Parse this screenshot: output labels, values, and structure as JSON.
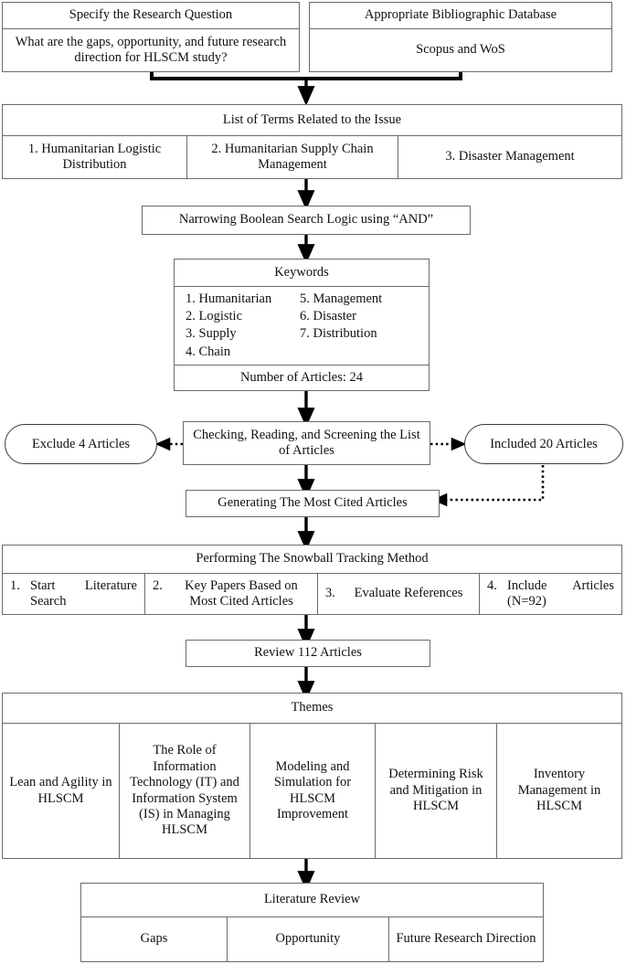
{
  "diagram": {
    "title": "Literature review methodology flowchart",
    "nodes": {
      "research_question": {
        "header": "Specify the Research Question",
        "body": "What are the gaps, opportunity, and future research direction for HLSCM study?"
      },
      "database": {
        "header": "Appropriate Bibliographic Database",
        "body": "Scopus and WoS"
      },
      "terms": {
        "header": "List of Terms Related to the Issue",
        "items": [
          "1. Humanitarian Logistic Distribution",
          "2. Humanitarian Supply Chain Management",
          "3. Disaster Management"
        ]
      },
      "boolean": {
        "label": "Narrowing Boolean Search Logic using “AND”"
      },
      "keywords": {
        "header": "Keywords",
        "left_column": [
          "1. Humanitarian",
          "2. Logistic",
          "3. Supply",
          "4. Chain"
        ],
        "right_column": [
          "5. Management",
          "6. Disaster",
          "7. Distribution"
        ],
        "footer": "Number of Articles: 24"
      },
      "screening": {
        "label": "Checking, Reading, and Screening the List of Articles"
      },
      "exclude": {
        "label": "Exclude 4 Articles"
      },
      "included": {
        "label": "Included 20 Articles"
      },
      "most_cited": {
        "label": "Generating The Most Cited Articles"
      },
      "snowball": {
        "header": "Performing The Snowball Tracking Method",
        "items": [
          {
            "num": "1.",
            "text": "Start Literature Search"
          },
          {
            "num": "2.",
            "text": "Key Papers Based on Most Cited Articles"
          },
          {
            "num": "3.",
            "text": "Evaluate References"
          },
          {
            "num": "4.",
            "text": "Include Articles (N=92)"
          }
        ]
      },
      "review": {
        "label": "Review 112 Articles"
      },
      "themes": {
        "header": "Themes",
        "items": [
          "Lean and Agility in HLSCM",
          "The Role of Information Technology (IT) and Information System (IS) in Managing HLSCM",
          "Modeling and Simulation for HLSCM Improvement",
          "Determining Risk and Mitigation in HLSCM",
          "Inventory Management in HLSCM"
        ]
      },
      "literature_review": {
        "header": "Literature Review",
        "items": [
          "Gaps",
          "Opportunity",
          "Future Research Direction"
        ]
      }
    },
    "colors": {
      "border": "#6b6b6b",
      "arrow": "#000000",
      "background": "#ffffff",
      "text": "#111111"
    }
  }
}
